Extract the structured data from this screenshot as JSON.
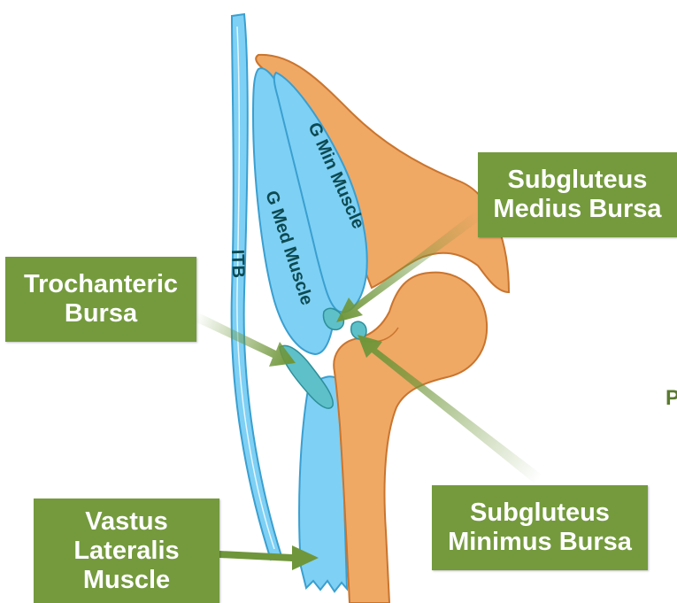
{
  "labels": {
    "subgluteus_medius": [
      "Subgluteus",
      "Medius Bursa"
    ],
    "trochanteric": [
      "Trochanteric",
      "Bursa"
    ],
    "vastus_lateralis": [
      "Vastus",
      "Lateralis",
      "Muscle"
    ],
    "subgluteus_minimus": [
      "Subgluteus",
      "Minimus Bursa"
    ]
  },
  "structure_text": {
    "itb": "ITB",
    "g_med": "G Med Muscle",
    "g_min": "G Min Muscle"
  },
  "cut_off_text": "P",
  "colors": {
    "label_box": "#749a3d",
    "bone": "#f0a865",
    "muscle": "#7ed0f4",
    "bursa": "#5ec0c8",
    "arrow": "#6f963a"
  }
}
